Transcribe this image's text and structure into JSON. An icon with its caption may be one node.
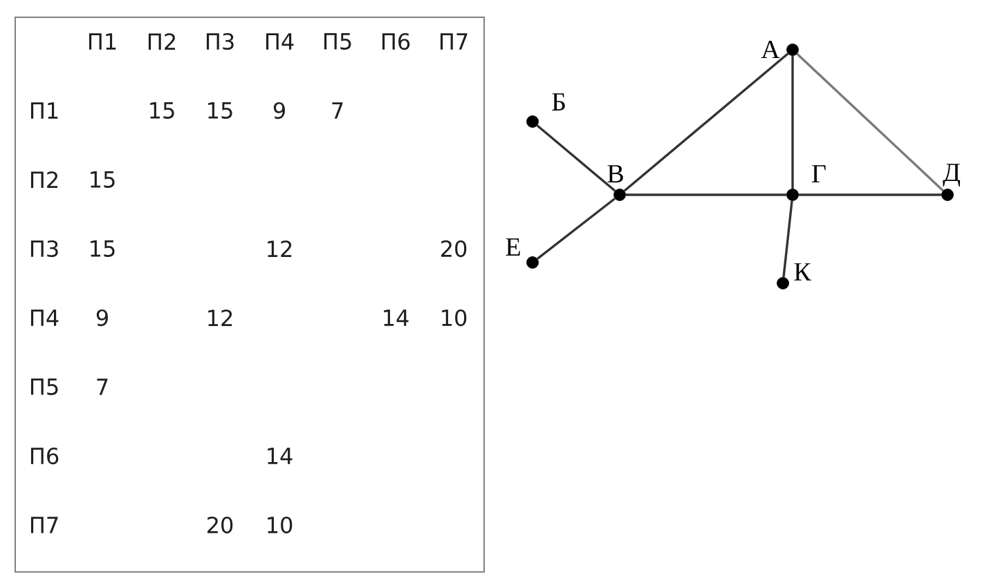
{
  "diagram": {
    "nodes": [
      {
        "text": [],
        "shape": "circle",
        "beside": [
          "А"
        ]
      },
      {
        "text": [],
        "shape": "circle",
        "beside": [
          "Б"
        ]
      },
      {
        "text": [],
        "shape": "circle",
        "beside": [
          "В"
        ]
      },
      {
        "text": [],
        "shape": "circle",
        "beside": [
          "Г"
        ]
      },
      {
        "text": [],
        "shape": "circle",
        "beside": [
          "Д"
        ]
      },
      {
        "text": [],
        "shape": "circle",
        "beside": [
          "Е"
        ]
      },
      {
        "text": [],
        "shape": "circle",
        "beside": [
          "К"
        ]
      }
    ],
    "edges": [
      {
        "from": 0,
        "to": 2,
        "arrow": "none"
      },
      {
        "from": 0,
        "to": 3,
        "arrow": "none"
      },
      {
        "from": 0,
        "to": 4,
        "arrow": "none",
        "color": "#7a7a7a"
      },
      {
        "from": 1,
        "to": 2,
        "arrow": "none"
      },
      {
        "from": 2,
        "to": 3,
        "arrow": "none"
      },
      {
        "from": 3,
        "to": 4,
        "arrow": "none"
      },
      {
        "from": 2,
        "to": 5,
        "arrow": "none"
      },
      {
        "from": 3,
        "to": 6,
        "arrow": "none"
      }
    ],
    "labels": [
      "П1",
      "П2",
      "П3",
      "П4",
      "П5",
      "П6",
      "П7",
      "П1",
      "15",
      "15",
      "9",
      "7",
      "П2",
      "15",
      "П3",
      "15",
      "12",
      "20",
      "П4",
      "9",
      "12",
      "14",
      "10",
      "П5",
      "7",
      "П6",
      "14",
      "П7",
      "20",
      "10"
    ]
  }
}
